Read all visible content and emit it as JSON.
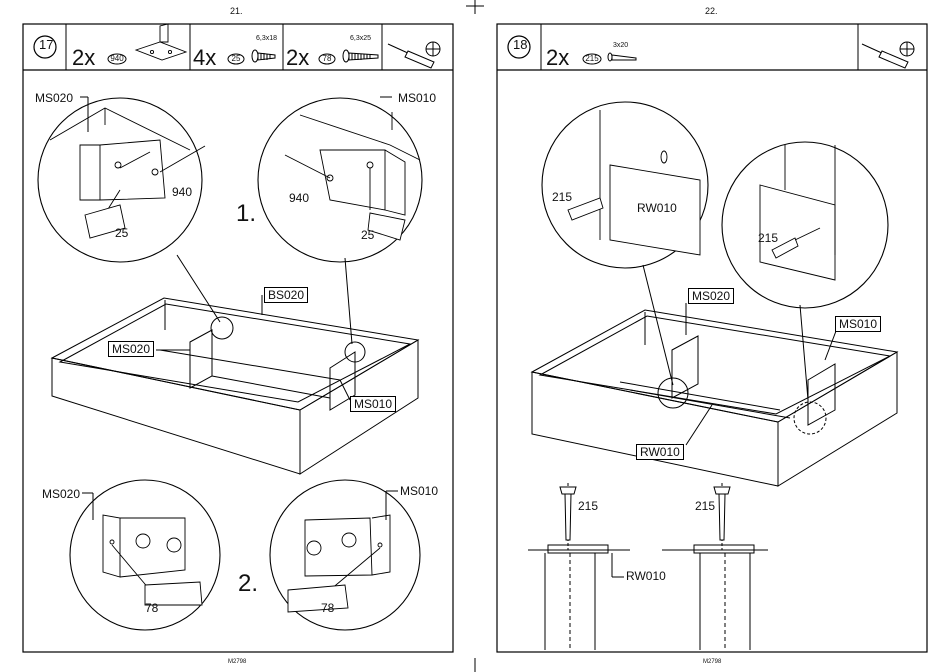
{
  "page_left": {
    "page_number": "21.",
    "step": "17",
    "parts": [
      {
        "qty": "2x",
        "id": "940",
        "name": "bracket-icon"
      },
      {
        "qty": "4x",
        "id": "25",
        "size": "6,3x18",
        "name": "screw-icon"
      },
      {
        "qty": "2x",
        "id": "78",
        "size": "6,3x25",
        "name": "screw-icon"
      }
    ],
    "labels": {
      "ms020_top": "MS020",
      "ms010_top": "MS010",
      "p940_a": "940",
      "p940_b": "940",
      "p25_a": "25",
      "p25_b": "25",
      "step1": "1.",
      "bs020": "BS020",
      "ms020_mid": "MS020",
      "ms010_mid": "MS010",
      "ms020_bot": "MS020",
      "ms010_bot": "MS010",
      "step2": "2.",
      "p78_a": "78",
      "p78_b": "78"
    },
    "footer": "M2798"
  },
  "page_right": {
    "page_number": "22.",
    "step": "18",
    "parts": [
      {
        "qty": "2x",
        "id": "215",
        "size": "3x20",
        "name": "screw-icon"
      }
    ],
    "labels": {
      "p215_a": "215",
      "rw010_a": "RW010",
      "p215_b": "215",
      "ms020": "MS020",
      "ms010": "MS010",
      "rw010_b": "RW010",
      "p215_c": "215",
      "p215_d": "215",
      "rw010_c": "RW010"
    },
    "footer": "M2798"
  }
}
